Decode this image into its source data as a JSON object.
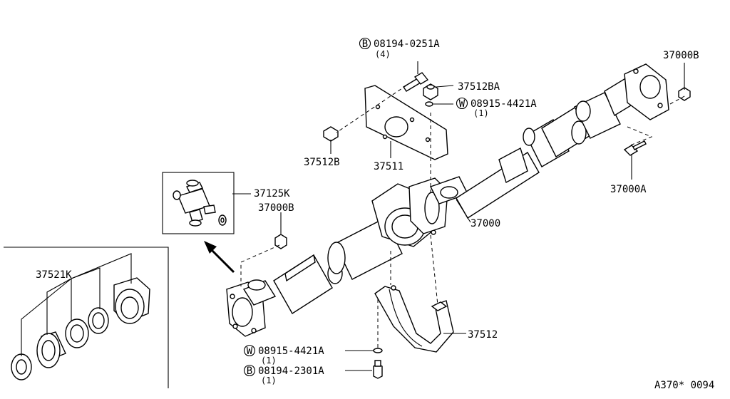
{
  "labels": {
    "b_08194_0251A": "08194-0251A",
    "qty_4": "(4)",
    "p37512BA": "37512BA",
    "w_08915_4421A_top": "08915-4421A",
    "qty_1_top": "(1)",
    "p37512B": "37512B",
    "p37511": "37511",
    "p37000B_top": "37000B",
    "p37000A": "37000A",
    "p37125K": "37125K",
    "p37000B_mid": "37000B",
    "p37000": "37000",
    "p37521K": "37521K",
    "p37512": "37512",
    "w_08915_4421A_bot": "08915-4421A",
    "qty_1_a": "(1)",
    "b_08194_2301A": "08194-2301A",
    "qty_1_b": "(1)",
    "ref_code": "A370* 0094"
  },
  "markers": {
    "bolt": "B",
    "washer": "W"
  }
}
